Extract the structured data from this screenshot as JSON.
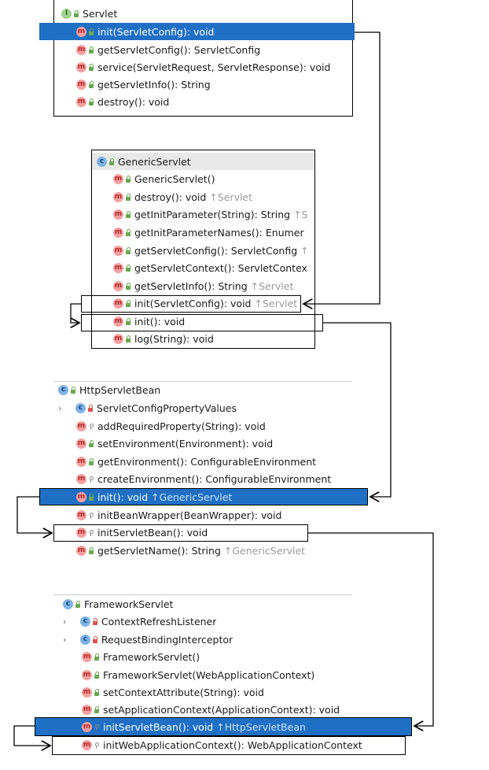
{
  "servlet": {
    "title": "Servlet",
    "icon": "interface-icon",
    "methods": [
      {
        "label": "init(ServletConfig): void",
        "inherited": ""
      },
      {
        "label": "getServletConfig(): ServletConfig",
        "inherited": ""
      },
      {
        "label": "service(ServletRequest, ServletResponse): void",
        "inherited": ""
      },
      {
        "label": "getServletInfo(): String",
        "inherited": ""
      },
      {
        "label": "destroy(): void",
        "inherited": ""
      }
    ]
  },
  "generic_servlet": {
    "title": "GenericServlet",
    "icon": "class-icon",
    "methods": [
      {
        "label": "GenericServlet()",
        "inherited": ""
      },
      {
        "label": "destroy(): void",
        "inherited": "↑Servlet"
      },
      {
        "label": "getInitParameter(String): String",
        "inherited": "↑S"
      },
      {
        "label": "getInitParameterNames(): Enumer",
        "inherited": ""
      },
      {
        "label": "getServletConfig(): ServletConfig",
        "inherited": "↑"
      },
      {
        "label": "getServletContext(): ServletContex",
        "inherited": ""
      },
      {
        "label": "getServletInfo(): String",
        "inherited": "↑Servlet"
      },
      {
        "label": "init(ServletConfig): void",
        "inherited": "↑Servlet"
      },
      {
        "label": "init(): void",
        "inherited": ""
      },
      {
        "label": "log(String): void",
        "inherited": ""
      }
    ]
  },
  "http_servlet_bean": {
    "title": "HttpServletBean",
    "icon": "class-icon",
    "inner_class": "ServletConfigPropertyValues",
    "methods": [
      {
        "label": "addRequiredProperty(String): void",
        "inherited": ""
      },
      {
        "label": "setEnvironment(Environment): void",
        "inherited": ""
      },
      {
        "label": "getEnvironment(): ConfigurableEnvironment",
        "inherited": ""
      },
      {
        "label": "createEnvironment(): ConfigurableEnvironment",
        "inherited": ""
      },
      {
        "label": "init(): void",
        "inherited": "↑GenericServlet"
      },
      {
        "label": "initBeanWrapper(BeanWrapper): void",
        "inherited": ""
      },
      {
        "label": "initServletBean(): void",
        "inherited": ""
      },
      {
        "label": "getServletName(): String",
        "inherited": "↑GenericServlet"
      }
    ]
  },
  "framework_servlet": {
    "title": "FrameworkServlet",
    "icon": "class-icon",
    "inner_classes": [
      "ContextRefreshListener",
      "RequestBindingInterceptor"
    ],
    "methods": [
      {
        "label": "FrameworkServlet()",
        "inherited": ""
      },
      {
        "label": "FrameworkServlet(WebApplicationContext)",
        "inherited": ""
      },
      {
        "label": "setContextAttribute(String): void",
        "inherited": ""
      },
      {
        "label": "setApplicationContext(ApplicationContext): void",
        "inherited": ""
      },
      {
        "label": "initServletBean(): void",
        "inherited": "↑HttpServletBean"
      },
      {
        "label": "initWebApplicationContext(): WebApplicationContext",
        "inherited": ""
      }
    ]
  },
  "icon_glyphs": {
    "method": "m",
    "class": "c",
    "interface": "I"
  },
  "colors": {
    "selection": "#1f6fc5",
    "method_icon": "#f4a0a0",
    "class_icon": "#7fb3e6",
    "interface_icon": "#9fd38f",
    "inherited_text": "#9a9a9a"
  }
}
